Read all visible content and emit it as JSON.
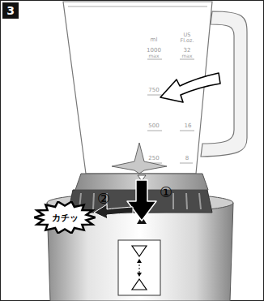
{
  "diagram": {
    "nodes": [
      {
        "text": [
          "3"
        ]
      },
      {
        "text": [
          "カチッ"
        ]
      }
    ],
    "labels": [
      "ml",
      "US Fl.oz.",
      "1000",
      "max",
      "32",
      "max",
      "750",
      "500",
      "16",
      "250",
      "8",
      "①",
      "②"
    ]
  }
}
